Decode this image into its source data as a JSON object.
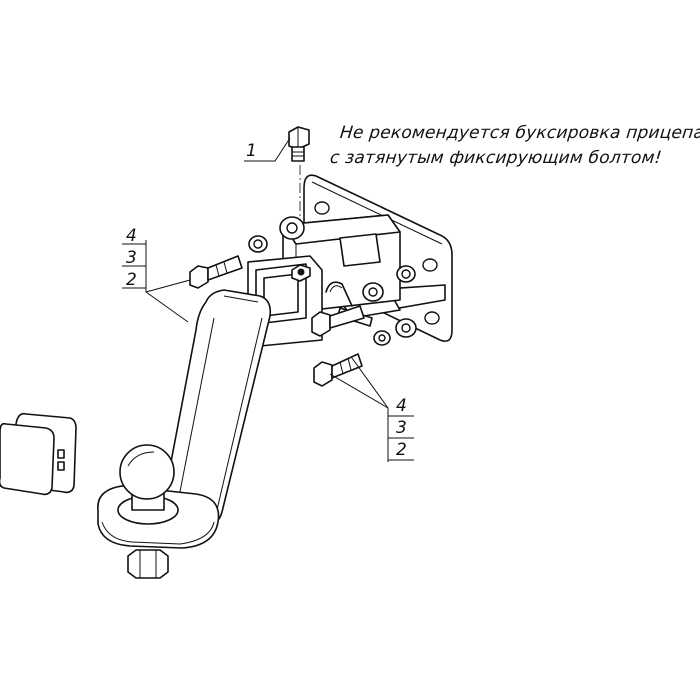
{
  "note": {
    "line1": "Не рекомендуется буксировка прицепа",
    "line2": "с затянутым фиксирующим болтом!"
  },
  "callouts": {
    "top": {
      "labels": [
        "1"
      ]
    },
    "left": {
      "labels": [
        "4",
        "3",
        "2"
      ]
    },
    "right": {
      "labels": [
        "4",
        "3",
        "2"
      ]
    }
  },
  "icons": [
    "bolt-icon",
    "washer-icon",
    "nut-icon",
    "tow-ball-icon",
    "mounting-plate-icon",
    "hitch-receiver-icon",
    "receiver-cap-icon",
    "hitch-pin-icon"
  ]
}
